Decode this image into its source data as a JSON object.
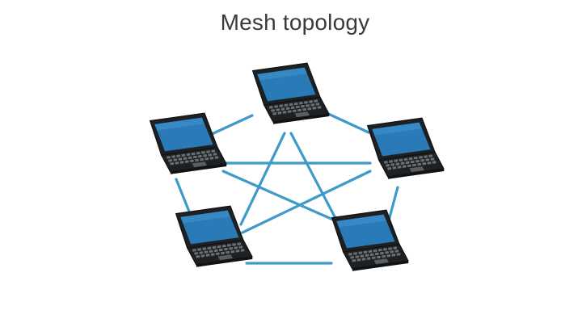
{
  "title": "Mesh topology",
  "colors": {
    "background": "#ffffff",
    "title_text": "#3a3a3a",
    "link": "#3d9bc9",
    "laptop_body": "#1e2124",
    "laptop_edge": "#101214",
    "screen": "#2a7ab8",
    "screen_highlight": "#3f95cf",
    "keyboard_keys": "#6b6f73",
    "trackpad": "#5a5e62"
  },
  "nodes": [
    {
      "id": "laptop-top",
      "name": "laptop-top-icon"
    },
    {
      "id": "laptop-left",
      "name": "laptop-left-icon"
    },
    {
      "id": "laptop-right",
      "name": "laptop-right-icon"
    },
    {
      "id": "laptop-bottom-left",
      "name": "laptop-bottom-left-icon"
    },
    {
      "id": "laptop-bottom-right",
      "name": "laptop-bottom-right-icon"
    }
  ],
  "links": [
    {
      "id": "top-left"
    },
    {
      "id": "top-right"
    },
    {
      "id": "left-right"
    },
    {
      "id": "left-bottom-left"
    },
    {
      "id": "left-bottom-right"
    },
    {
      "id": "top-bottom-left"
    },
    {
      "id": "top-bottom-right"
    },
    {
      "id": "right-bottom-left"
    },
    {
      "id": "right-bottom-right"
    },
    {
      "id": "bottom-left-bottom-right"
    }
  ]
}
